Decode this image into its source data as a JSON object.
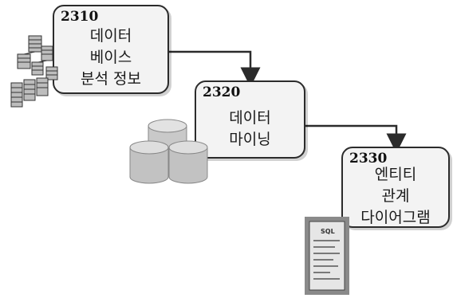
{
  "nodes": [
    {
      "number": "2310",
      "label": "데이터\n베이스\n분석 정보",
      "icon": "data-structure-icon"
    },
    {
      "number": "2320",
      "label": "데이터\n마이닝",
      "icon": "database-cylinders-icon"
    },
    {
      "number": "2330",
      "label": "엔티티\n관계\n다이어그램",
      "icon": "sql-document-icon"
    }
  ],
  "connectors": [
    "2310 → 2320",
    "2320 → 2330"
  ]
}
